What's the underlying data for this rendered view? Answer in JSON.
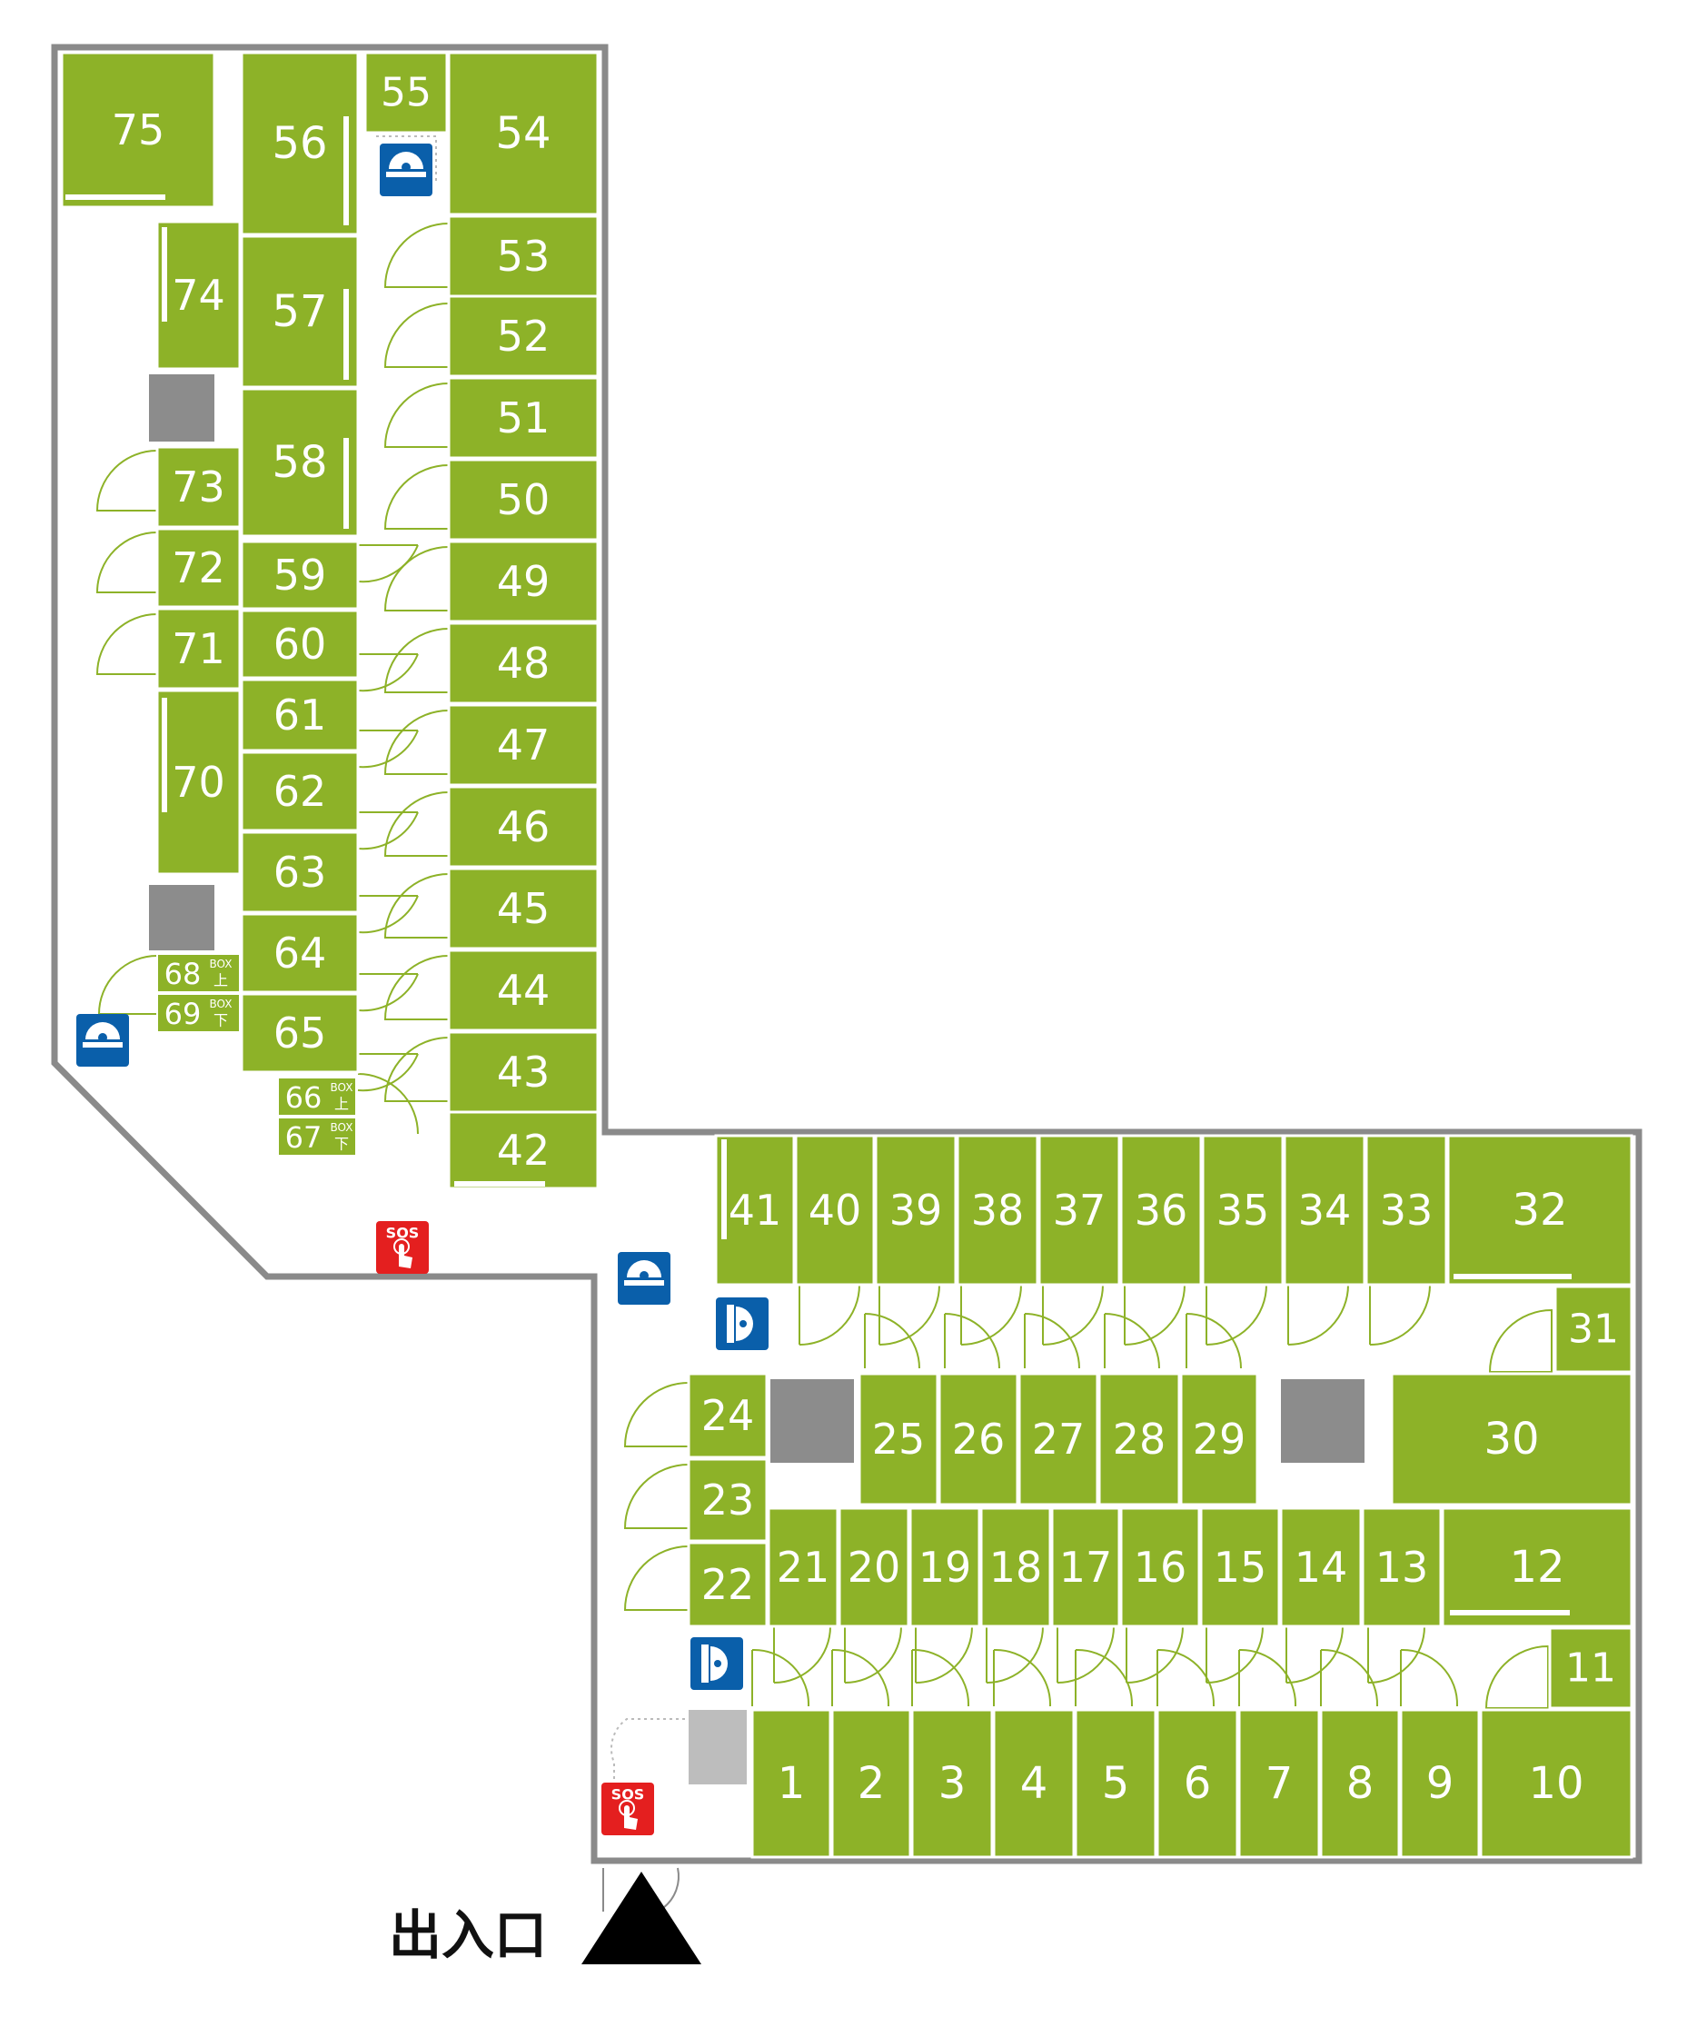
{
  "colors": {
    "unit": "#8db228",
    "unit_border": "#ffffff",
    "wall": "#8a8a8a",
    "pillar": "#8c8c8c",
    "pillar_light": "#bdbdbd",
    "camera_bg": "#0a5faa",
    "sos_bg": "#e41f1f",
    "door": "#8db228",
    "entrance": "#000000"
  },
  "units": [
    "1",
    "2",
    "3",
    "4",
    "5",
    "6",
    "7",
    "8",
    "9",
    "10",
    "11",
    "12",
    "13",
    "14",
    "15",
    "16",
    "17",
    "18",
    "19",
    "20",
    "21",
    "22",
    "23",
    "24",
    "25",
    "26",
    "27",
    "28",
    "29",
    "30",
    "31",
    "32",
    "33",
    "34",
    "35",
    "36",
    "37",
    "38",
    "39",
    "40",
    "41",
    "42",
    "43",
    "44",
    "45",
    "46",
    "47",
    "48",
    "49",
    "50",
    "51",
    "52",
    "53",
    "54",
    "55",
    "56",
    "57",
    "58",
    "59",
    "60",
    "61",
    "62",
    "63",
    "64",
    "65",
    "70",
    "71",
    "72",
    "73",
    "74",
    "75"
  ],
  "box_units": [
    {
      "number": "68",
      "tag_top": "BOX",
      "tag_bottom": "上"
    },
    {
      "number": "69",
      "tag_top": "BOX",
      "tag_bottom": "下"
    },
    {
      "number": "66",
      "tag_top": "BOX",
      "tag_bottom": "上"
    },
    {
      "number": "67",
      "tag_top": "BOX",
      "tag_bottom": "下"
    }
  ],
  "sos": {
    "label": "SOS"
  },
  "icons": {
    "camera": "security-camera-icon",
    "camera_side": "wall-camera-icon",
    "sos": "sos-button-icon"
  },
  "entrance": {
    "label": "出入口"
  }
}
